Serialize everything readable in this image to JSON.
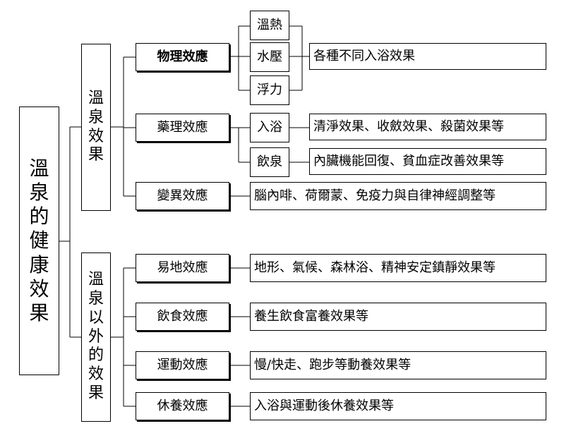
{
  "root": {
    "label": "溫泉的健康效果"
  },
  "branches": [
    {
      "label": "溫泉效果",
      "children": [
        {
          "label": "物理效應",
          "bold": true,
          "factors": [
            "溫熱",
            "水壓",
            "浮力"
          ],
          "result": "各種不同入浴效果"
        },
        {
          "label": "藥理效應",
          "sub": [
            {
              "label": "入浴",
              "result": "清淨效果、收斂效果、殺菌效果等"
            },
            {
              "label": "飲泉",
              "result": "內臟機能回復、貧血症改善效果等"
            }
          ]
        },
        {
          "label": "變異效應",
          "result": "腦內啡、荷爾蒙、免疫力與自律神經調整等"
        }
      ]
    },
    {
      "label": "溫泉以外的效果",
      "children": [
        {
          "label": "易地效應",
          "result": "地形、氣候、森林浴、精神安定鎮靜效果等"
        },
        {
          "label": "飲食效應",
          "result": "養生飲食富養效果等"
        },
        {
          "label": "運動效應",
          "result": "慢/快走、跑步等動養效果等"
        },
        {
          "label": "休養效應",
          "result": "入浴與運動後休養效果等"
        }
      ]
    }
  ]
}
